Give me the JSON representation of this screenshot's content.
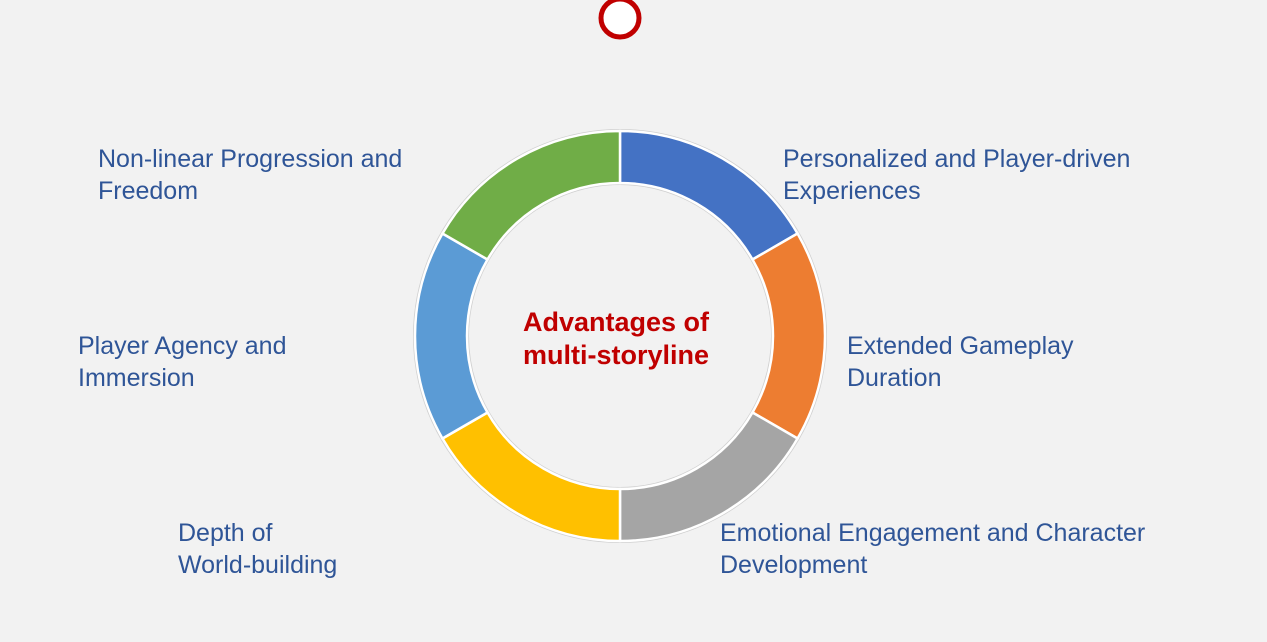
{
  "diagram": {
    "center_title_line1": "Advantages of",
    "center_title_line2": "multi-storyline",
    "segments": [
      {
        "name": "personalized",
        "color": "#4472c4",
        "line1": "Personalized and Player-driven",
        "line2": "Experiences"
      },
      {
        "name": "extended",
        "color": "#ed7d31",
        "line1": "Extended Gameplay",
        "line2": "Duration"
      },
      {
        "name": "emotional",
        "color": "#a5a5a5",
        "line1": "Emotional Engagement and Character",
        "line2": "Development"
      },
      {
        "name": "depth",
        "color": "#ffc000",
        "line1": "Depth of",
        "line2": "World-building"
      },
      {
        "name": "agency",
        "color": "#5b9bd5",
        "line1": "Player Agency and",
        "line2": "Immersion"
      },
      {
        "name": "nonlinear",
        "color": "#70ad47",
        "line1": "Non-linear Progression and",
        "line2": "Freedom"
      }
    ]
  },
  "colors": {
    "center_text": "#c00000",
    "label_text": "#2f5597",
    "top_ring": "#c00000",
    "background": "#f2f2f2"
  }
}
